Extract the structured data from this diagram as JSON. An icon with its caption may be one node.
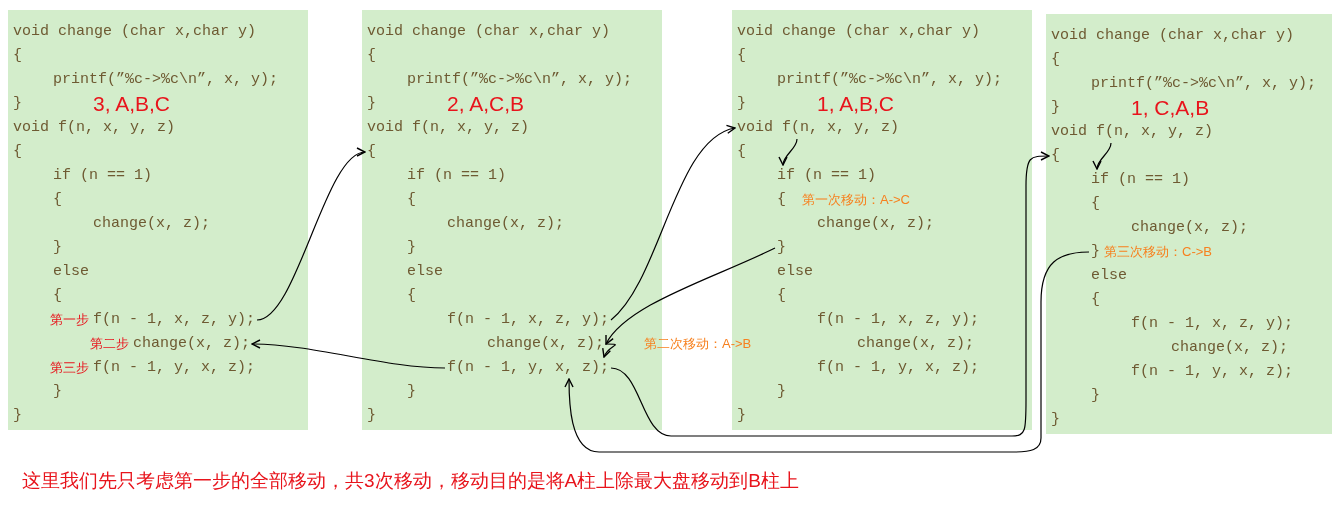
{
  "diagram": {
    "caption": "这里我们先只考虑第一步的全部移动，共3次移动，移动目的是将A柱上除最大盘移动到B柱上",
    "nodes": [
      {
        "text": [
          "3, A,B,C"
        ]
      },
      {
        "text": [
          "void change (char x,char y)"
        ],
        "in": 0
      },
      {
        "text": [
          "{"
        ],
        "in": 0
      },
      {
        "text": [
          "printf(”%c->%c\\n”, x, y);"
        ],
        "in": 0
      },
      {
        "text": [
          "}"
        ],
        "in": 0
      },
      {
        "text": [
          "void f(n, x, y, z)"
        ],
        "in": 0
      },
      {
        "text": [
          "{"
        ],
        "in": 0
      },
      {
        "text": [
          "if (n == 1)"
        ],
        "in": 0
      },
      {
        "text": [
          "{"
        ],
        "in": 0
      },
      {
        "text": [
          "change(x, z);"
        ],
        "in": 0
      },
      {
        "text": [
          "}"
        ],
        "in": 0
      },
      {
        "text": [
          "else"
        ],
        "in": 0
      },
      {
        "text": [
          "{"
        ],
        "in": 0
      },
      {
        "text": [
          "f(n - 1, x, z, y);"
        ],
        "in": 0,
        "beside": [
          "第一步"
        ]
      },
      {
        "text": [
          "change(x, z);"
        ],
        "in": 0,
        "beside": [
          "第二步"
        ]
      },
      {
        "text": [
          "f(n - 1, y, x, z);"
        ],
        "in": 0,
        "beside": [
          "第三步"
        ]
      },
      {
        "text": [
          "}"
        ],
        "in": 0
      },
      {
        "text": [
          "}"
        ],
        "in": 0
      },
      {
        "text": [
          "2, A,C,B"
        ]
      },
      {
        "text": [
          "void change (char x,char y)"
        ],
        "in": 18
      },
      {
        "text": [
          "{"
        ],
        "in": 18
      },
      {
        "text": [
          "printf(”%c->%c\\n”, x, y);"
        ],
        "in": 18
      },
      {
        "text": [
          "}"
        ],
        "in": 18
      },
      {
        "text": [
          "void f(n, x, y, z)"
        ],
        "in": 18
      },
      {
        "text": [
          "{"
        ],
        "in": 18
      },
      {
        "text": [
          "if (n == 1)"
        ],
        "in": 18
      },
      {
        "text": [
          "{"
        ],
        "in": 18
      },
      {
        "text": [
          "change(x, z);"
        ],
        "in": 18
      },
      {
        "text": [
          "}"
        ],
        "in": 18
      },
      {
        "text": [
          "else"
        ],
        "in": 18
      },
      {
        "text": [
          "{"
        ],
        "in": 18
      },
      {
        "text": [
          "f(n - 1, x, z, y);"
        ],
        "in": 18
      },
      {
        "text": [
          "change(x, z);"
        ],
        "in": 18,
        "beside": [
          "第二次移动：A->B"
        ]
      },
      {
        "text": [
          "f(n - 1, y, x, z);"
        ],
        "in": 18
      },
      {
        "text": [
          "}"
        ],
        "in": 18
      },
      {
        "text": [
          "}"
        ],
        "in": 18
      },
      {
        "text": [
          "1, A,B,C"
        ]
      },
      {
        "text": [
          "void change (char x,char y)"
        ],
        "in": 36
      },
      {
        "text": [
          "{"
        ],
        "in": 36
      },
      {
        "text": [
          "printf(”%c->%c\\n”, x, y);"
        ],
        "in": 36
      },
      {
        "text": [
          "}"
        ],
        "in": 36
      },
      {
        "text": [
          "void f(n, x, y, z)"
        ],
        "in": 36
      },
      {
        "text": [
          "{"
        ],
        "in": 36
      },
      {
        "text": [
          "if (n == 1)"
        ],
        "in": 36
      },
      {
        "text": [
          "{"
        ],
        "in": 36,
        "beside": [
          "第一次移动：A->C"
        ]
      },
      {
        "text": [
          "change(x, z);"
        ],
        "in": 36
      },
      {
        "text": [
          "}"
        ],
        "in": 36
      },
      {
        "text": [
          "else"
        ],
        "in": 36
      },
      {
        "text": [
          "{"
        ],
        "in": 36
      },
      {
        "text": [
          "f(n - 1, x, z, y);"
        ],
        "in": 36
      },
      {
        "text": [
          "change(x, z);"
        ],
        "in": 36
      },
      {
        "text": [
          "f(n - 1, y, x, z);"
        ],
        "in": 36
      },
      {
        "text": [
          "}"
        ],
        "in": 36
      },
      {
        "text": [
          "}"
        ],
        "in": 36
      },
      {
        "text": [
          "1, C,A,B"
        ]
      },
      {
        "text": [
          "void change (char x,char y)"
        ],
        "in": 54
      },
      {
        "text": [
          "{"
        ],
        "in": 54
      },
      {
        "text": [
          "printf(”%c->%c\\n”, x, y);"
        ],
        "in": 54
      },
      {
        "text": [
          "}"
        ],
        "in": 54
      },
      {
        "text": [
          "void f(n, x, y, z)"
        ],
        "in": 54
      },
      {
        "text": [
          "{"
        ],
        "in": 54
      },
      {
        "text": [
          "if (n == 1)"
        ],
        "in": 54
      },
      {
        "text": [
          "{"
        ],
        "in": 54
      },
      {
        "text": [
          "change(x, z);"
        ],
        "in": 54
      },
      {
        "text": [
          "}"
        ],
        "in": 54,
        "beside": [
          "第三次移动：C->B"
        ]
      },
      {
        "text": [
          "else"
        ],
        "in": 54
      },
      {
        "text": [
          "{"
        ],
        "in": 54
      },
      {
        "text": [
          "f(n - 1, x, z, y);"
        ],
        "in": 54
      },
      {
        "text": [
          "change(x, z);"
        ],
        "in": 54
      },
      {
        "text": [
          "f(n - 1, y, x, z);"
        ],
        "in": 54
      },
      {
        "text": [
          "}"
        ],
        "in": 54
      },
      {
        "text": [
          "}"
        ],
        "in": 54
      }
    ],
    "edges": [
      {
        "from": 13,
        "to": 24,
        "arrow": "to"
      },
      {
        "from": 33,
        "to": 14,
        "arrow": "to"
      },
      {
        "from": 31,
        "to": 41,
        "arrow": "to"
      },
      {
        "from": 41,
        "to": 43,
        "arrow": "to"
      },
      {
        "from": 46,
        "to": 32,
        "arrow": "to"
      },
      {
        "from": 32,
        "to": 33,
        "arrow": "to"
      },
      {
        "from": 33,
        "to": 60,
        "arrow": "to"
      },
      {
        "from": 59,
        "to": 61,
        "arrow": "to"
      },
      {
        "from": 64,
        "to": 33,
        "arrow": "to"
      }
    ]
  }
}
